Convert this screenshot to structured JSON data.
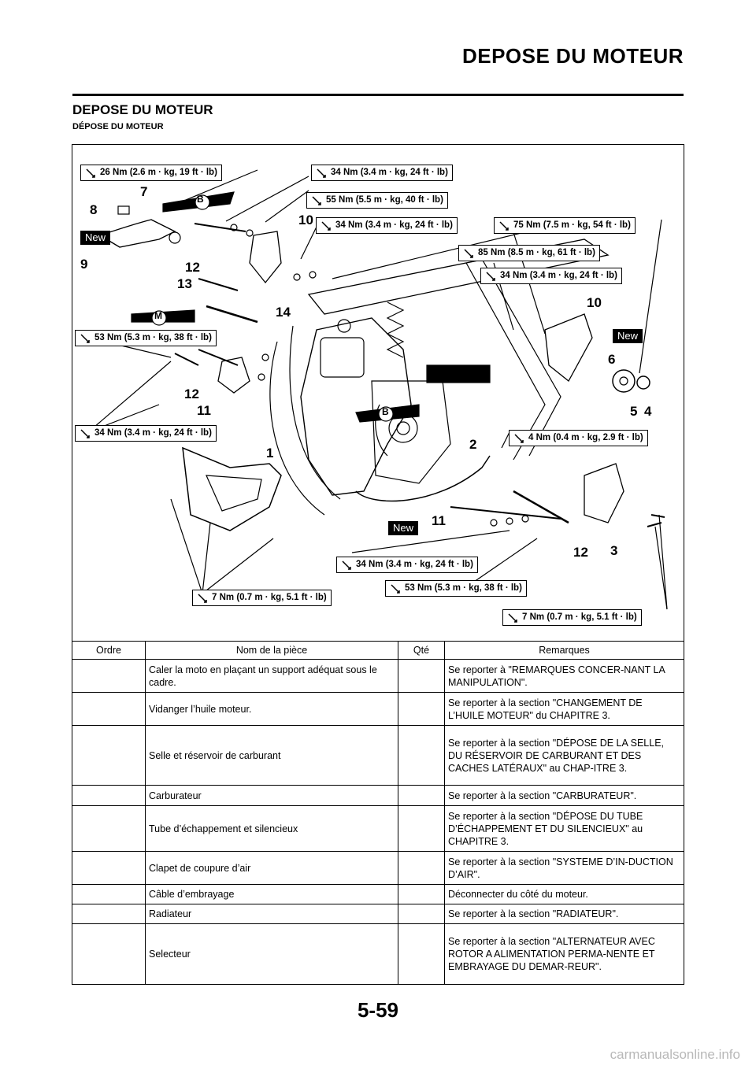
{
  "header": {
    "title": "DEPOSE DU MOTEUR"
  },
  "section": {
    "title": "DEPOSE DU MOTEUR",
    "subtitle": "DÉPOSE DU MOTEUR"
  },
  "diagram": {
    "torque_labels": [
      "26 Nm (2.6 m · kg, 19 ft · lb)",
      "34 Nm (3.4 m · kg, 24 ft · lb)",
      "55 Nm (5.5 m · kg, 40 ft · lb)",
      "34 Nm (3.4 m · kg, 24 ft · lb)",
      "75 Nm (7.5 m · kg, 54 ft · lb)",
      "85 Nm (8.5 m · kg, 61 ft · lb)",
      "34 Nm (3.4 m · kg, 24 ft · lb)",
      "53 Nm (5.3 m · kg, 38 ft · lb)",
      "34 Nm (3.4 m · kg, 24 ft · lb)",
      "4 Nm (0.4 m · kg, 2.9 ft · lb)",
      "34 Nm (3.4 m · kg, 24 ft · lb)",
      "53 Nm (5.3 m · kg, 38 ft · lb)",
      "7 Nm (0.7 m · kg, 5.1 ft · lb)",
      "7 Nm (0.7 m · kg, 5.1 ft · lb)"
    ],
    "callouts": [
      "7",
      "8",
      "9",
      "12",
      "13",
      "10",
      "14",
      "10",
      "6",
      "5",
      "4",
      "12",
      "11",
      "1",
      "2",
      "11",
      "12",
      "3"
    ],
    "new_label": "New",
    "lube_b": "B",
    "lube_m": "M"
  },
  "table": {
    "headers": {
      "order": "Ordre",
      "name": "Nom de la pièce",
      "qty": "Qté",
      "remarks": "Remarques"
    },
    "rows": [
      {
        "order": "",
        "name": "Caler la moto en plaçant un support adéquat sous le cadre.",
        "qty": "",
        "remarks": "Se reporter à \"REMARQUES CONCER-NANT LA MANIPULATION\"."
      },
      {
        "order": "",
        "name": "Vidanger l’huile moteur.",
        "qty": "",
        "remarks": "Se reporter à la section \"CHANGEMENT DE L’HUILE MOTEUR\" du CHAPITRE 3."
      },
      {
        "order": "",
        "name": "Selle et réservoir de carburant",
        "qty": "",
        "remarks": "Se reporter à la section \"DÉPOSE DE LA SELLE, DU RÉSERVOIR DE CARBURANT ET DES CACHES LATÉRAUX\" au CHAP-ITRE 3."
      },
      {
        "order": "",
        "name": "Carburateur",
        "qty": "",
        "remarks": "Se reporter à la section \"CARBURATEUR\"."
      },
      {
        "order": "",
        "name": "Tube d’échappement et silencieux",
        "qty": "",
        "remarks": "Se reporter à la section \"DÉPOSE DU TUBE D’ÉCHAPPEMENT ET DU SILENCIEUX\" au CHAPITRE 3."
      },
      {
        "order": "",
        "name": "Clapet de coupure d’air",
        "qty": "",
        "remarks": "Se reporter à la section \"SYSTEME D’IN-DUCTION D’AIR\"."
      },
      {
        "order": "",
        "name": "Câble d’embrayage",
        "qty": "",
        "remarks": "Déconnecter du côté du moteur."
      },
      {
        "order": "",
        "name": "Radiateur",
        "qty": "",
        "remarks": "Se reporter à la section \"RADIATEUR\"."
      },
      {
        "order": "",
        "name": "Selecteur",
        "qty": "",
        "remarks": "Se reporter à la section \"ALTERNATEUR AVEC ROTOR A ALIMENTATION PERMA-NENTE ET EMBRAYAGE DU DEMAR-REUR\"."
      }
    ]
  },
  "footer": {
    "page_number": "5-59",
    "watermark": "carmanualsonline.info"
  }
}
